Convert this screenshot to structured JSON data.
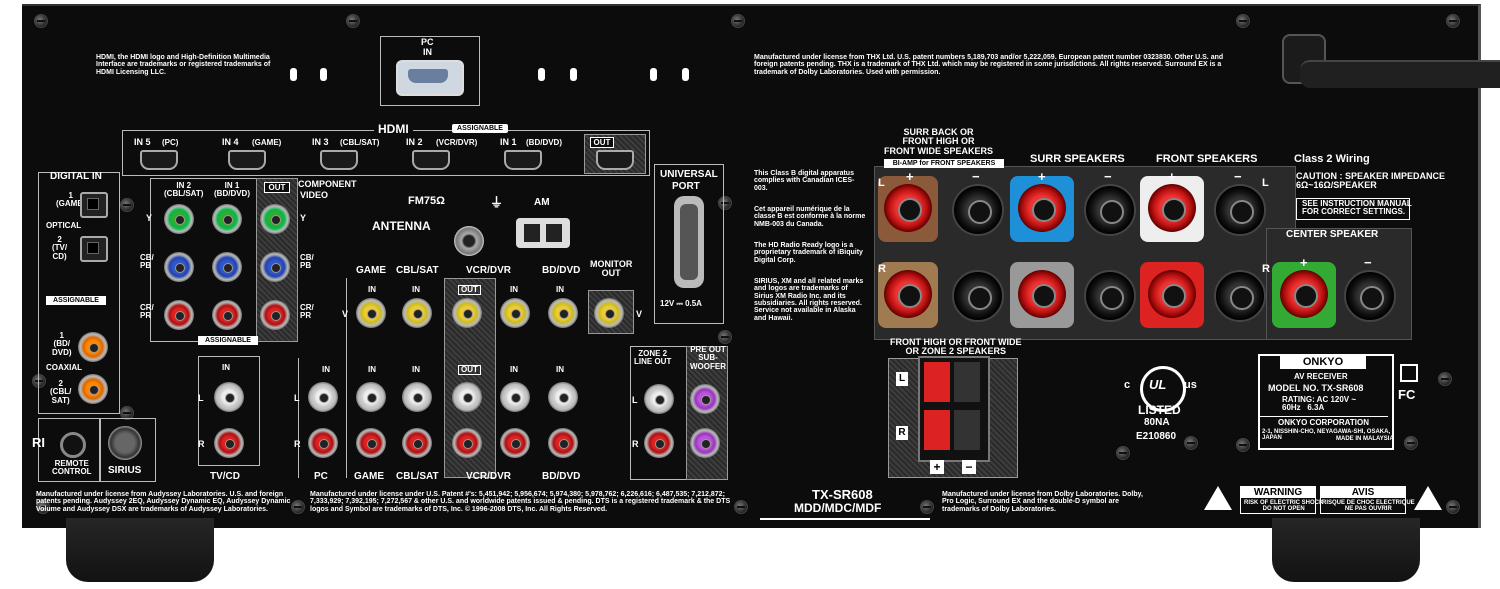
{
  "model": {
    "name": "TX-SR608",
    "variants": "MDD/MDC/MDF"
  },
  "hdmi": {
    "title": "HDMI",
    "assignable": "ASSIGNABLE",
    "inputs": [
      "IN 5",
      "IN 4",
      "IN 3",
      "IN 2",
      "IN 1"
    ],
    "sources": [
      "(PC)",
      "(GAME)",
      "(CBL/SAT)",
      "(VCR/DVR)",
      "(BD/DVD)"
    ],
    "out": "OUT",
    "notice": "HDMI, the HDMI logo and High-Definition Multimedia Interface are trademarks or registered trademarks of HDMI Licensing LLC."
  },
  "pc_in": {
    "line1": "PC",
    "line2": "IN"
  },
  "thx_notice": "Manufactured under license from THX Ltd. U.S. patent numbers 5,189,703 and/or 5,222,059. European patent number 0323830. Other U.S. and foreign patents pending. THX is a trademark of THX Ltd. which may be registered in some jurisdictions. All rights reserved. Surround EX is a trademark of Dolby Laboratories. Used with permission.",
  "digital_in": {
    "title": "DIGITAL IN",
    "optical_label": "OPTICAL",
    "optical_1": "1\n(GAME)",
    "optical_2": "2\n(TV/\nCD)",
    "assignable": "ASSIGNABLE",
    "coax_label": "COAXIAL",
    "coax_1": "1\n(BD/\nDVD)",
    "coax_2": "2\n(CBL/\nSAT)"
  },
  "component": {
    "title_1": "COMPONENT",
    "title_2": "VIDEO",
    "in2": "IN 2\n(CBL/SAT)",
    "in1": "IN 1\n(BD/DVD)",
    "out": "OUT",
    "y": "Y",
    "cb": "CB/\nPB",
    "cr": "CR/\nPR",
    "assignable": "ASSIGNABLE"
  },
  "antenna": {
    "title": "ANTENNA",
    "fm": "FM75Ω",
    "am": "AM"
  },
  "universal_port": {
    "title_1": "UNIVERSAL",
    "title_2": "PORT",
    "rating": "12V ⎓ 0.5A"
  },
  "canada_notice": {
    "p1": "This Class B digital apparatus complies with Canadian ICES-003.",
    "p2": "Cet appareil numérique de la classe B est conforme à la norme NMB-003 du Canada.",
    "p3": "The HD Radio Ready logo is a proprietary trademark of iBiquity Digital Corp.",
    "p4": "SIRIUS, XM and all related marks and logos are trademarks of Sirius XM Radio Inc. and its subsidiaries. All rights reserved.  Service not available in Alaska and Hawaii."
  },
  "video_io": {
    "columns": [
      "GAME",
      "CBL/SAT",
      "VCR/DVR",
      "BD/DVD"
    ],
    "monitor_out": "MONITOR\nOUT",
    "in": "IN",
    "out": "OUT",
    "v": "V",
    "l": "L",
    "r": "R",
    "bottom": [
      "PC",
      "GAME",
      "CBL/SAT",
      "VCR/DVR",
      "BD/DVD"
    ]
  },
  "tv_cd": {
    "in": "IN",
    "label": "TV/CD",
    "l": "L",
    "r": "R"
  },
  "zone2": {
    "line_out": "ZONE 2\nLINE OUT",
    "pre_out": "PRE OUT\nSUB-\nWOOFER"
  },
  "remote": {
    "ri": "RI",
    "label": "REMOTE\nCONTROL"
  },
  "sirius": "SIRIUS",
  "speakers": {
    "surr_back": "SURR BACK OR\nFRONT HIGH OR\nFRONT WIDE SPEAKERS",
    "bi_amp": "BI-AMP for FRONT SPEAKERS",
    "surr": "SURR SPEAKERS",
    "front": "FRONT SPEAKERS",
    "center": "CENTER SPEAKER",
    "class2": "Class 2 Wiring",
    "caution": "CAUTION : SPEAKER IMPEDANCE\n6Ω~16Ω/SPEAKER",
    "see_manual": "SEE INSTRUCTION MANUAL\nFOR CORRECT SETTINGS.",
    "front_high": "FRONT HIGH OR FRONT WIDE\nOR ZONE 2 SPEAKERS",
    "plus": "+",
    "minus": "−",
    "l": "L",
    "r": "R"
  },
  "ul": {
    "c": "c",
    "ul": "UL",
    "us": "us",
    "listed": "LISTED",
    "code": "80NA",
    "file": "E210860"
  },
  "rating_plate": {
    "brand": "ONKYO",
    "product": "AV RECEIVER",
    "model_no": "MODEL NO. TX-SR608",
    "rating": "RATING: AC 120V ~\n60Hz   6.3A",
    "corp": "ONKYO CORPORATION",
    "address": "2-1, NISSHIN-CHO, NEYAGAWA-SHI, OSAKA,\nJAPAN",
    "made_in": "MADE IN MALAYSIA",
    "fc": "FC"
  },
  "footer": {
    "audyssey": "Manufactured under license from Audyssey Laboratories. U.S. and foreign patents pending. Audyssey 2EQ, Audyssey Dynamic EQ,  Audyssey Dynamic Volume and Audyssey DSX are trademarks of Audyssey Laboratories.",
    "dts": "Manufactured under license under U.S. Patent #'s: 5,451,942; 5,956,674; 5,974,380; 5,978,762; 6,226,616; 6,487,535; 7,212,872; 7,333,929; 7,392,195; 7,272,567 & other U.S. and worldwide patents issued & pending. DTS is a registered trademark & the DTS logos and Symbol are trademarks of DTS, Inc. © 1996-2008 DTS, Inc. All Rights Reserved.",
    "dolby": "Manufactured under license from Dolby Laboratories. Dolby, Pro Logic, Surround EX and the double-D symbol are trademarks of Dolby Laboratories.",
    "warning_title": "WARNING",
    "warning_text": "RISK OF ELECTRIC SHOCK\nDO NOT OPEN",
    "avis_title": "AVIS",
    "avis_text": "RISQUE DE CHOC ELECTRIQUE\nNE PAS OUVRIR"
  }
}
